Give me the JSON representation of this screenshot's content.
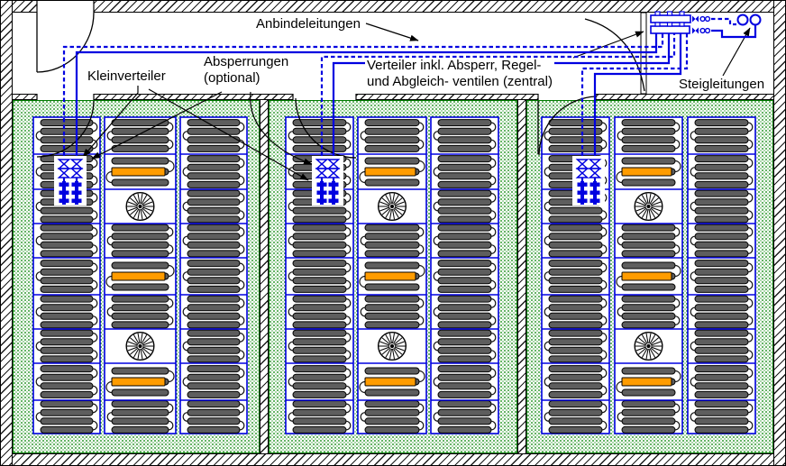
{
  "labels": {
    "anbindeleitungen": "Anbindeleitungen",
    "kleinverteiler": "Kleinverteiler",
    "absperrungen_1": "Absperrungen",
    "absperrungen_2": "(optional)",
    "verteiler_1": "Verteiler inkl. Absperr, Regel-",
    "verteiler_2": "und Abgleich- ventilen (zentral)",
    "steigleitungen": "Steigleitungen"
  },
  "colors": {
    "pipe_blue": "#0000e0",
    "panel_blue": "#0000e0",
    "orange": "#ff9c00",
    "coil_fill": "#5e5e5e",
    "coil_outline": "#000000",
    "loop_line": "#161616",
    "green_border": "#007a00",
    "black_line": "#000000"
  },
  "structure": {
    "rooms": 3,
    "coil_columns_per_room": 3,
    "fan_symbols_per_room": 2,
    "orange_bars_per_room": 3,
    "shutoff_valve_pairs_per_room": 1,
    "small_distributors_per_room": 1,
    "central_manifold_bars": 2,
    "riser_circles": 2
  }
}
